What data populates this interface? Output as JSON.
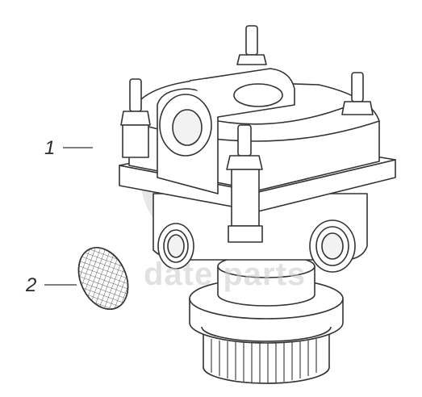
{
  "diagram": {
    "callouts": [
      {
        "id": "1",
        "label": "1"
      },
      {
        "id": "2",
        "label": "2"
      }
    ],
    "watermark": {
      "text": "date parts",
      "color": "#c9c9c9"
    },
    "colors": {
      "line": "#333333",
      "fill": "#ffffff",
      "watermark": "#c9c9c9"
    }
  }
}
